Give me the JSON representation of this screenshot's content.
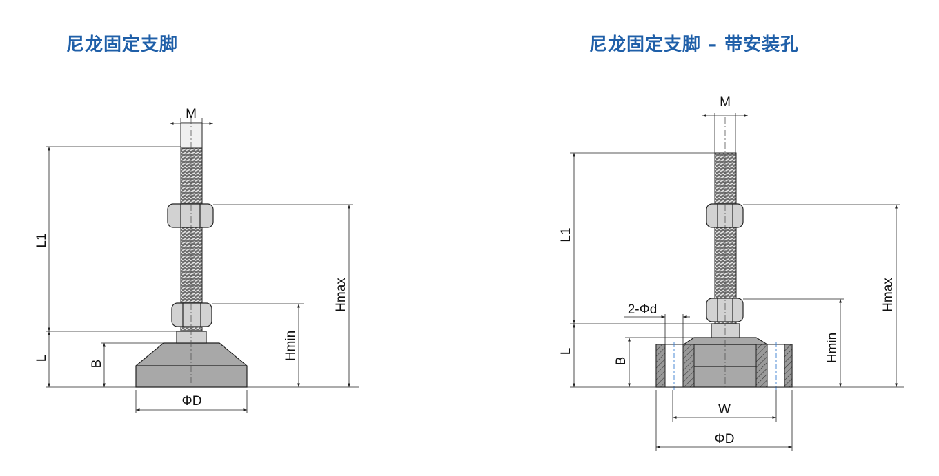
{
  "colors": {
    "title": "#1f5fa8",
    "body": "#a8a8a8",
    "steel": "#d2d2d2",
    "thread": "#6f6f6f"
  },
  "left": {
    "title": "尼龙固定支脚",
    "labels": {
      "m": "M",
      "l1": "L1",
      "l": "L",
      "b": "B",
      "hmin": "Hmin",
      "hmax": "Hmax",
      "d": "ΦD"
    }
  },
  "right": {
    "title": "尼龙固定支脚 – 带安装孔",
    "labels": {
      "m": "M",
      "l1": "L1",
      "l": "L",
      "b": "B",
      "hmin": "Hmin",
      "hmax": "Hmax",
      "hole": "2-Φd",
      "w": "W",
      "d": "ΦD"
    }
  }
}
